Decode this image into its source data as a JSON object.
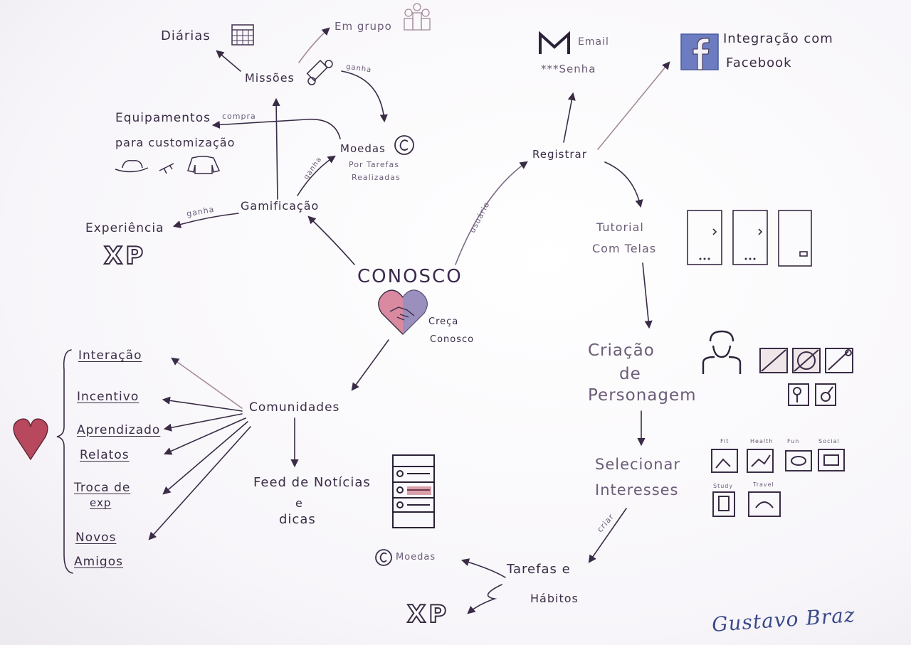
{
  "center": {
    "title": "CONOSCO",
    "caption_line1": "Creça",
    "caption_line2": "Conosco"
  },
  "gamification": {
    "label": "Gamificação",
    "gain": "ganha",
    "missions": "Missões",
    "daily": "Diárias",
    "group": "Em grupo",
    "mission_gain": "ganha",
    "coins_title": "Moedas",
    "coins_sub1": "Por Tarefas",
    "coins_sub2": "Realizadas",
    "coins_gain": "ganha",
    "buy": "compra",
    "equipment_line1": "Equipamentos",
    "equipment_line2": "para customização",
    "experience": "Experiência",
    "xp": "XP"
  },
  "register": {
    "label": "Registrar",
    "via": "usuário",
    "email": "Email",
    "password": "***Senha",
    "fb_line1": "Integração com",
    "fb_line2": "Facebook",
    "tutorial_line1": "Tutorial",
    "tutorial_line2": "Com Telas",
    "char_line1": "Criação",
    "char_line2": "de",
    "char_line3": "Personagem",
    "interests_line1": "Selecionar",
    "interests_line2": "Interesses",
    "interest_tags": [
      "Fit",
      "Health",
      "Fun",
      "Social",
      "Study",
      "Travel"
    ],
    "create": "criar"
  },
  "tasks": {
    "line1": "Tarefas e",
    "line2": "Hábitos",
    "coins": "Moedas",
    "xp": "XP"
  },
  "communities": {
    "label": "Comunidades",
    "items": [
      "Interação",
      "Incentivo",
      "Aprendizado",
      "Relatos",
      "Troca de",
      "exp",
      "Novos",
      "Amigos"
    ],
    "feed_line1": "Feed de Notícias",
    "feed_line2": "e",
    "feed_line3": "dicas"
  },
  "signature": "Gustavo Braz",
  "colors": {
    "ink": "#3a2c46",
    "heart": "#b8485e",
    "facebook": "#5b6db8"
  }
}
